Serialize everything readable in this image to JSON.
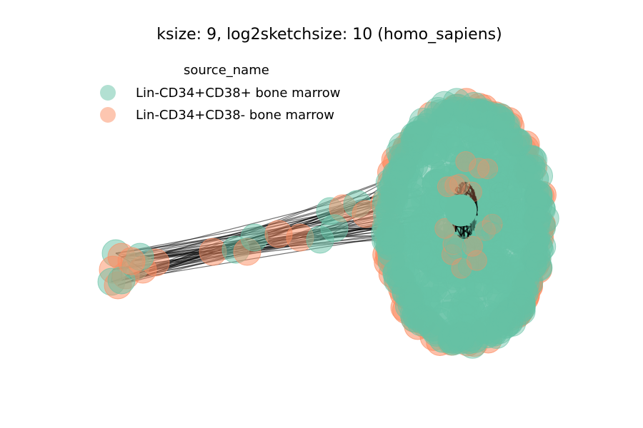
{
  "title": "ksize: 9, log2sketchsize: 10 (homo_sapiens)",
  "legend": {
    "title": "source_name",
    "items": [
      {
        "label": "Lin-CD34+CD38+ bone marrow",
        "color": "#66c2a5"
      },
      {
        "label": "Lin-CD34+CD38- bone marrow",
        "color": "#fc8d62"
      }
    ]
  },
  "colors": {
    "cd38_pos": "#66c2a5",
    "cd38_neg": "#fc8d62",
    "edge": "#000000"
  }
}
